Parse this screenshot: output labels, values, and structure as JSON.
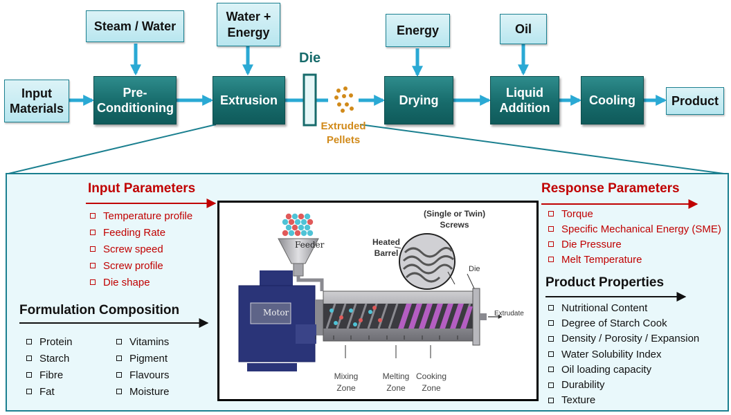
{
  "flow": {
    "steam_water": "Steam / Water",
    "water_energy": "Water + Energy",
    "energy": "Energy",
    "oil": "Oil",
    "input_materials": "Input Materials",
    "preconditioning": "Pre-Conditioning",
    "extrusion": "Extrusion",
    "die_label": "Die",
    "extruded_pellets": "Extruded Pellets",
    "drying": "Drying",
    "liquid_addition": "Liquid Addition",
    "cooling": "Cooling",
    "product": "Product"
  },
  "input_parameters": {
    "title": "Input Parameters",
    "items": [
      "Temperature profile",
      "Feeding Rate",
      "Screw speed",
      "Screw profile",
      "Die shape"
    ]
  },
  "formulation": {
    "title": "Formulation Composition",
    "col1": [
      "Protein",
      "Starch",
      "Fibre",
      "Fat"
    ],
    "col2": [
      "Vitamins",
      "Pigment",
      "Flavours",
      "Moisture"
    ]
  },
  "response_parameters": {
    "title": "Response Parameters",
    "items": [
      "Torque",
      "Specific Mechanical Energy (SME)",
      "Die Pressure",
      "Melt Temperature"
    ]
  },
  "product_properties": {
    "title": "Product Properties",
    "items": [
      "Nutritional Content",
      "Degree of Starch Cook",
      "Density / Porosity / Expansion",
      "Water Solubility Index",
      "Oil loading capacity",
      "Durability",
      "Texture"
    ]
  },
  "extruder": {
    "feeder": "Feeder",
    "motor": "Motor",
    "heated": "Heated",
    "barrel": "Barrel",
    "screws_1": "(Single or Twin)",
    "screws_2": "Screws",
    "die": "Die",
    "extrudate": "Extrudate",
    "mixing_1": "Mixing",
    "melting_1": "Melting",
    "cooking_1": "Cooking",
    "zone": "Zone"
  },
  "colors": {
    "process_box": "#176b6b",
    "feed_box": "#c8ecf2",
    "arrow": "#2aa9d4",
    "panel_bg": "#e9f8fb",
    "red_text": "#c00000",
    "pellets": "#d18a1a"
  }
}
